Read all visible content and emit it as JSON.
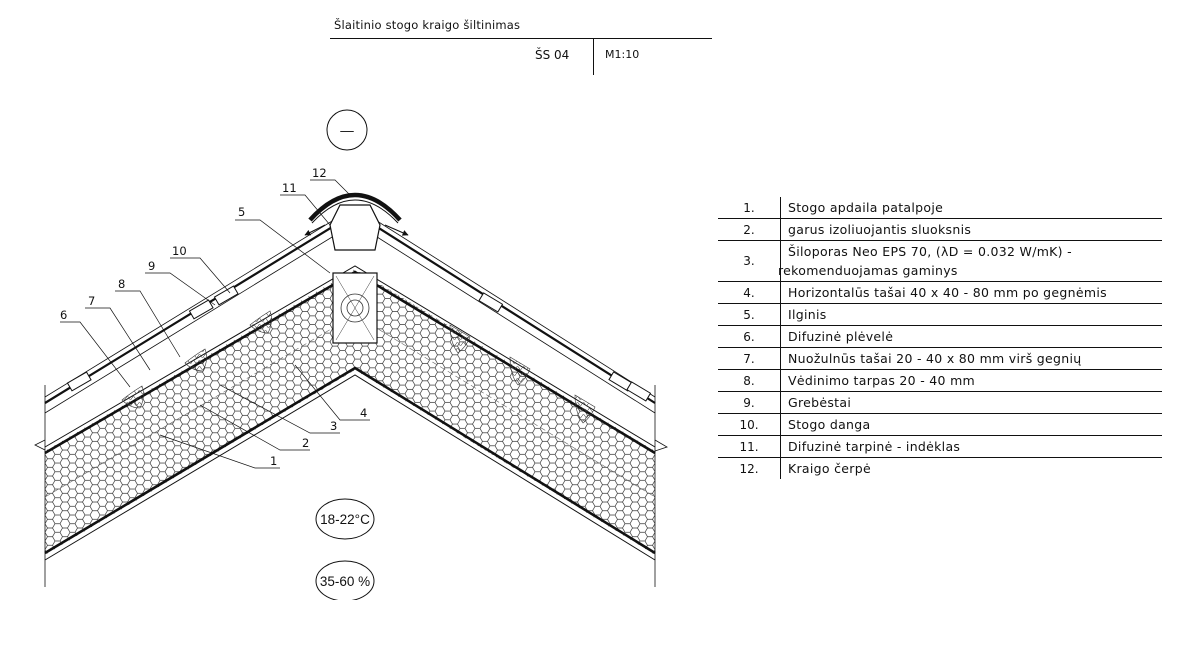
{
  "title_block": {
    "title": "Šlaitinio stogo kraigo šiltinimas",
    "code": "ŠS 04",
    "scale": "M1:10"
  },
  "section_marker": "—",
  "callouts": [
    "1",
    "2",
    "3",
    "4",
    "5",
    "6",
    "7",
    "8",
    "9",
    "10",
    "11",
    "12"
  ],
  "conditions": {
    "temperature": "18-22°C",
    "humidity": "35-60 %"
  },
  "legend": [
    {
      "num": "1.",
      "text": [
        "Stogo apdaila patalpoje"
      ]
    },
    {
      "num": "2.",
      "text": [
        "garus izoliuojantis sluoksnis"
      ]
    },
    {
      "num": "3.",
      "text": [
        "Šiloporas Neo EPS 70, (λD = 0.032 W/mK) -",
        "rekomenduojamas gaminys"
      ]
    },
    {
      "num": "4.",
      "text": [
        "Horizontalūs tašai 40 x 40 - 80 mm po gegnėmis"
      ]
    },
    {
      "num": "5.",
      "text": [
        "Ilginis"
      ]
    },
    {
      "num": "6.",
      "text": [
        "Difuzinė plėvelė"
      ]
    },
    {
      "num": "7.",
      "text": [
        "Nuožulnūs tašai 20 - 40 x 80 mm virš gegnių"
      ]
    },
    {
      "num": "8.",
      "text": [
        "Vėdinimo tarpas 20 - 40 mm"
      ]
    },
    {
      "num": "9.",
      "text": [
        "Grebėstai"
      ]
    },
    {
      "num": "10.",
      "text": [
        "Stogo danga"
      ]
    },
    {
      "num": "11.",
      "text": [
        "Difuzinė tarpinė - indėklas"
      ]
    },
    {
      "num": "12.",
      "text": [
        "Kraigo čerpė"
      ]
    }
  ]
}
